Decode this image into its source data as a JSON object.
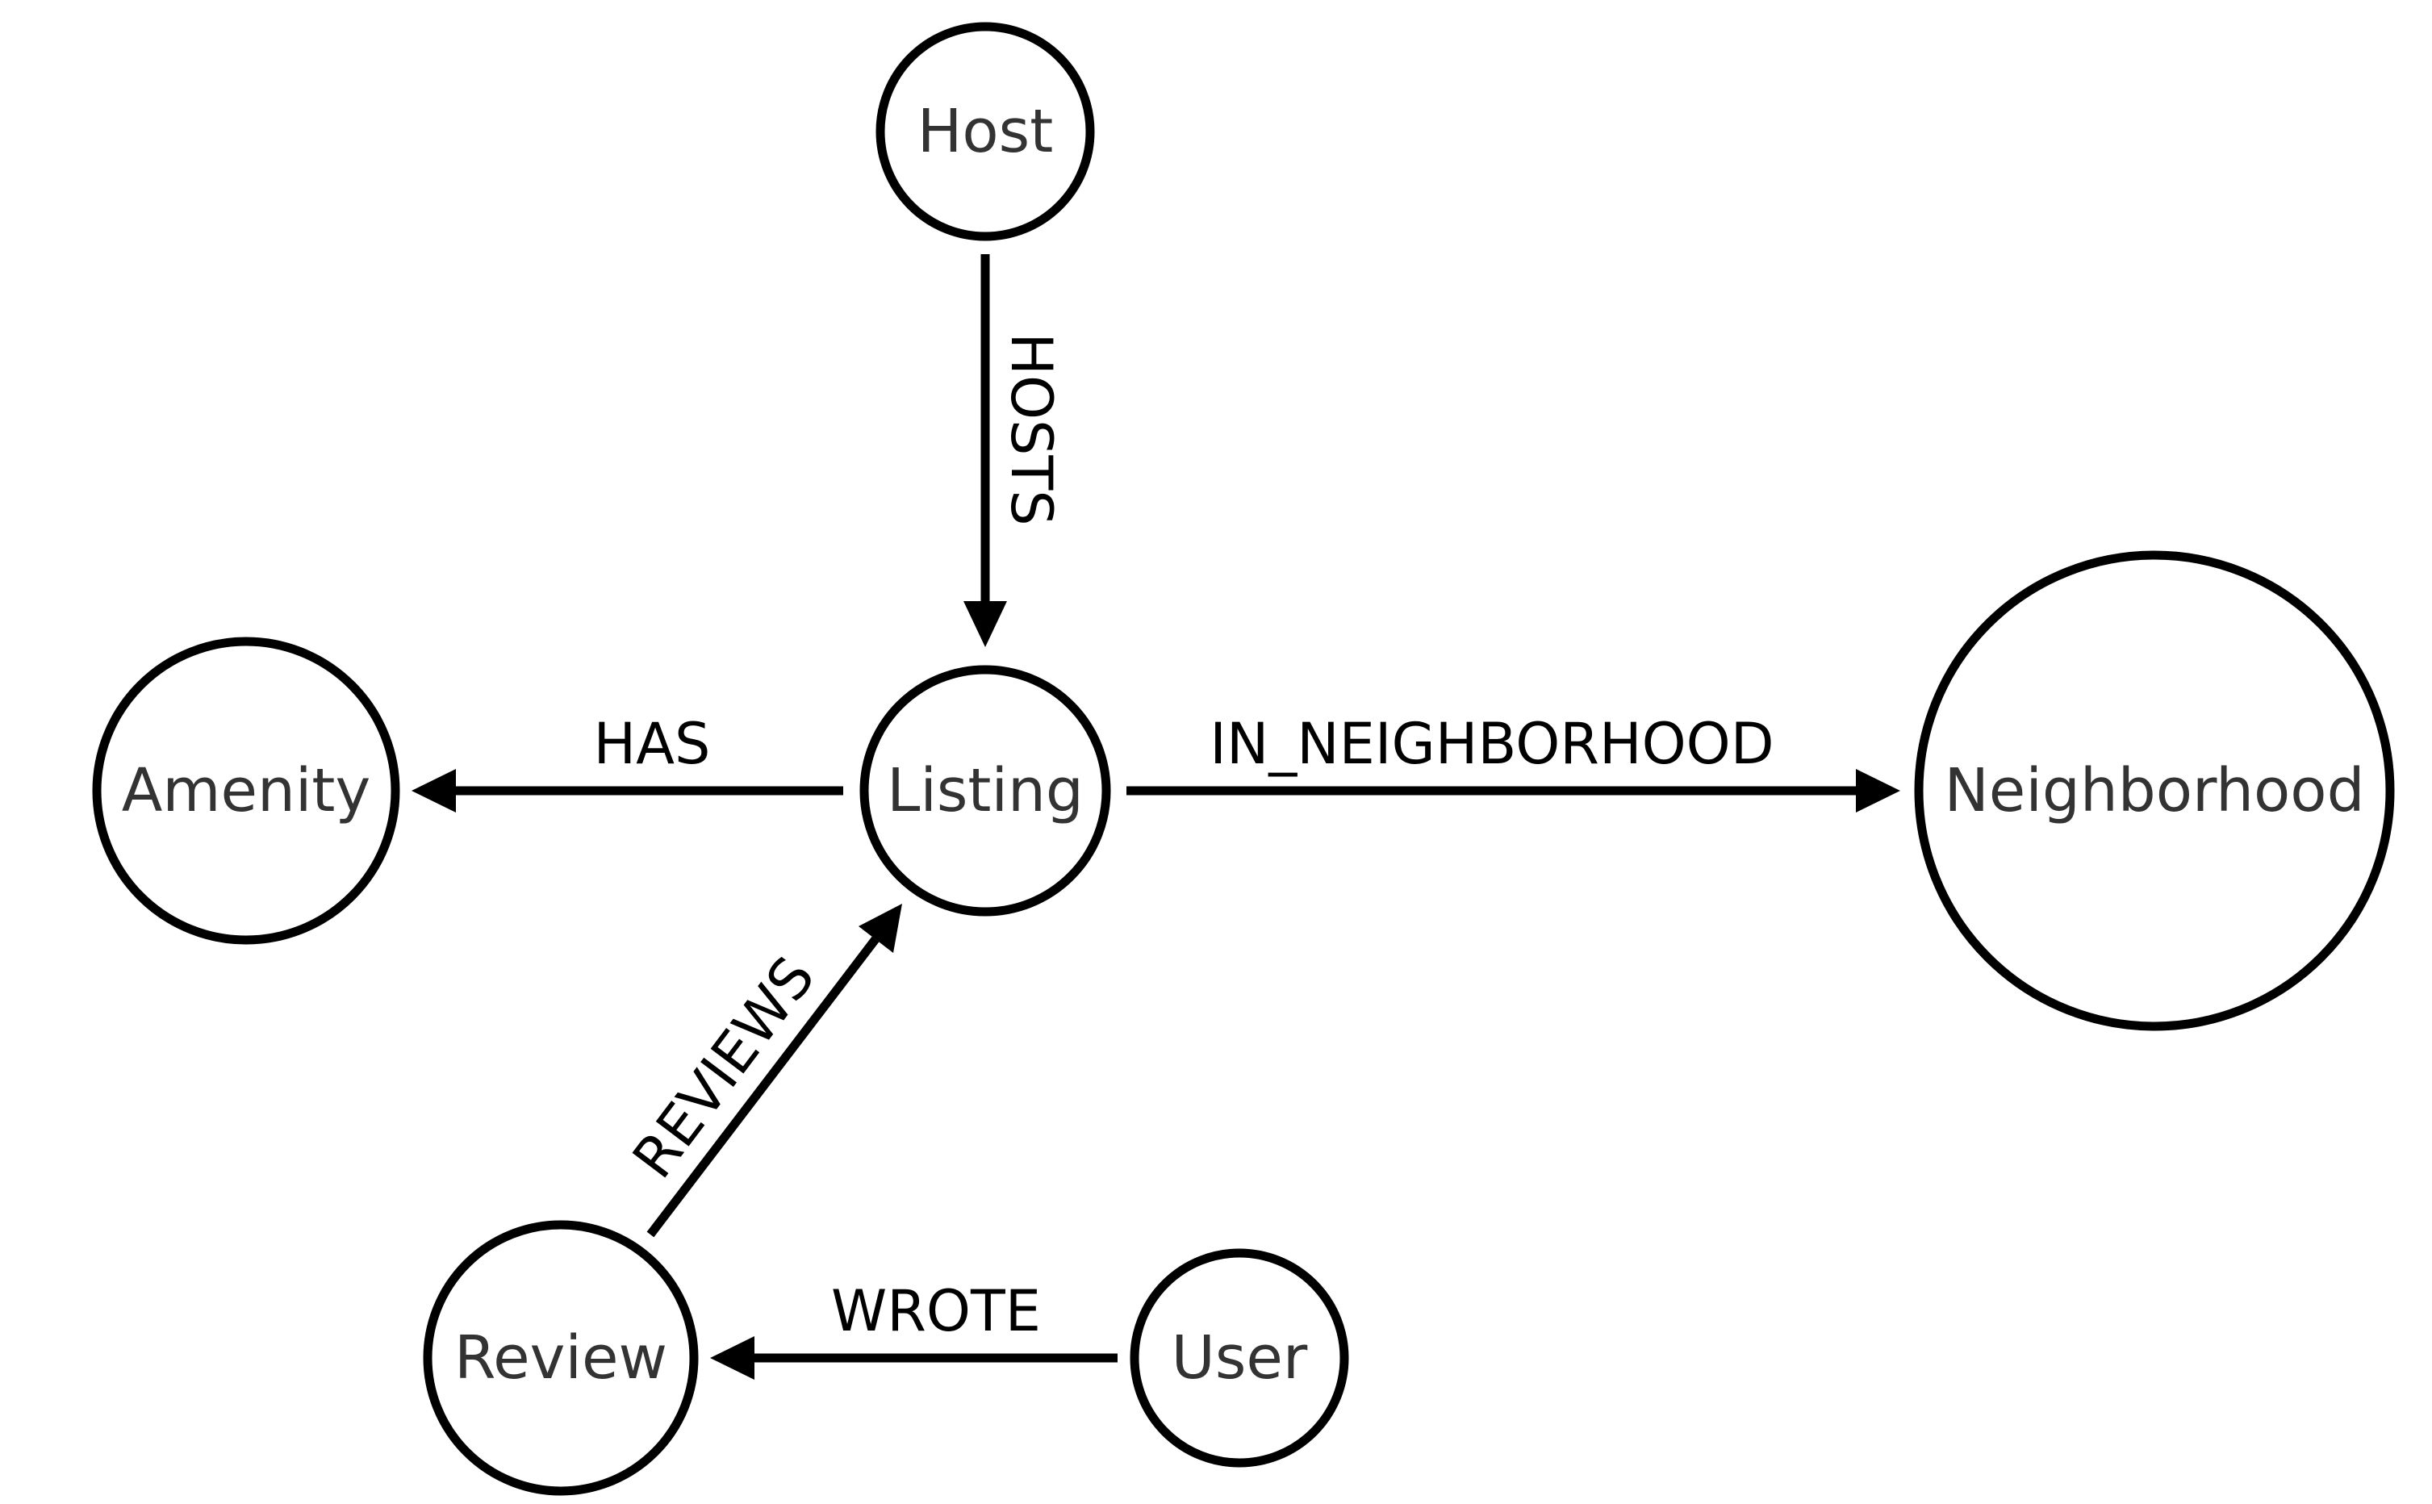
{
  "nodes": {
    "host": {
      "label": "Host"
    },
    "listing": {
      "label": "Listing"
    },
    "amenity": {
      "label": "Amenity"
    },
    "neighborhood": {
      "label": "Neighborhood"
    },
    "review": {
      "label": "Review"
    },
    "user": {
      "label": "User"
    }
  },
  "edges": {
    "hosts": {
      "label": "HOSTS",
      "from": "Host",
      "to": "Listing"
    },
    "has": {
      "label": "HAS",
      "from": "Listing",
      "to": "Amenity"
    },
    "in_neighborhood": {
      "label": "IN_NEIGHBORHOOD",
      "from": "Listing",
      "to": "Neighborhood"
    },
    "reviews": {
      "label": "REVIEWS",
      "from": "Review",
      "to": "Listing"
    },
    "wrote": {
      "label": "WROTE",
      "from": "User",
      "to": "Review"
    }
  }
}
